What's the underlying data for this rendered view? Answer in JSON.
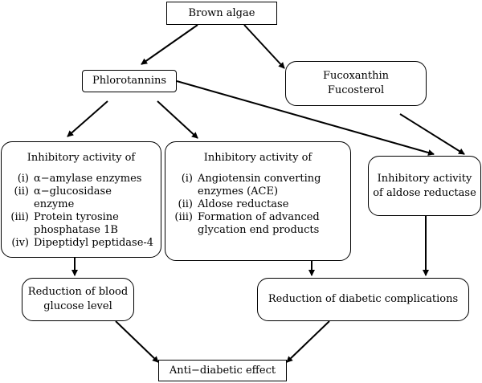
{
  "nodes": {
    "brown_algae": "Brown algae",
    "phlorotannins": "Phlorotannins",
    "fucoxanthin": "Fucoxanthin",
    "fucosterol": "Fucosterol",
    "inhib_left": {
      "heading": "Inhibitory activity of",
      "items": [
        {
          "num": "(i)",
          "text": "α−amylase enzymes"
        },
        {
          "num": "(ii)",
          "text": "α−glucosidase enzyme"
        },
        {
          "num": "(iii)",
          "text": "Protein tyrosine phosphatase 1B"
        },
        {
          "num": "(iv)",
          "text": "Dipeptidyl peptidase-4"
        }
      ]
    },
    "inhib_mid": {
      "heading": "Inhibitory activity of",
      "items": [
        {
          "num": "(i)",
          "text": "Angiotensin converting enzymes (ACE)"
        },
        {
          "num": "(ii)",
          "text": "Aldose reductase"
        },
        {
          "num": "(iii)",
          "text": "Formation of advanced glycation end products"
        }
      ]
    },
    "inhib_right": [
      "Inhibitory activity",
      "of aldose reductase"
    ],
    "reduction_glucose": [
      "Reduction of blood",
      "glucose level"
    ],
    "reduction_complications": "Reduction of diabetic complications",
    "anti_diabetic": "Anti−diabetic effect"
  }
}
